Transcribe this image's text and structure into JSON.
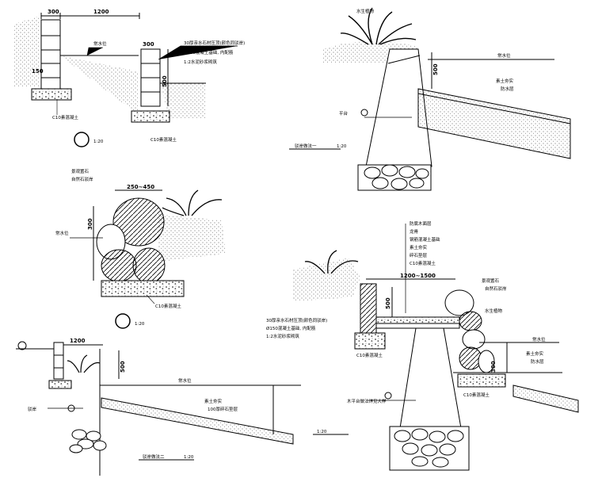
{
  "dimensions": {
    "d1_w1": "300",
    "d1_w2": "1200",
    "d1_h1": "500",
    "d1_w3": "300",
    "d1_w4": "150",
    "d2_w": "250~450",
    "d2_h": "300",
    "d3_w": "1200~1500",
    "d3_w2": "300",
    "d3_h": "500",
    "d4_w": "300"
  },
  "labels": {
    "wall_spec_a": "30厚亲水石材压顶(颜色同驳岸)",
    "wall_spec_b": "Ø150混凝土基础, 内配筋",
    "wall_spec_c": "1:2水泥砂浆砌筑",
    "concrete_base": "C10素混凝土",
    "water_level": "常水位",
    "water_level_2": "常水位",
    "water_level_3": "常水位",
    "water_level_4": "常水位",
    "plant_note": "水生植物",
    "plant_note_2": "水生植物",
    "slope_note_a": "素土夯实",
    "slope_note_b": "防水层",
    "slope_note_c": "100厚碎石垫层",
    "stone_note_a": "景观置石",
    "stone_note_b": "自然石驳岸",
    "scale": "1:20",
    "scale_2": "1:20",
    "scale_3": "1:20",
    "scale_4": "1:20",
    "scale_5": "1:20",
    "deck_spec": "木平台做法详见大样",
    "deck_note_1": "防腐木面层",
    "deck_note_2": "龙骨",
    "deck_note_3": "钢筋混凝土基础",
    "deck_note_4": "素土夯实",
    "deck_note_5": "碎石垫层",
    "deck_note_6": "C10素混凝土",
    "mark_plane": "平台",
    "mark_plane_2": "驳岸",
    "section_a": "驳岸做法一",
    "section_b": "驳岸做法二"
  }
}
